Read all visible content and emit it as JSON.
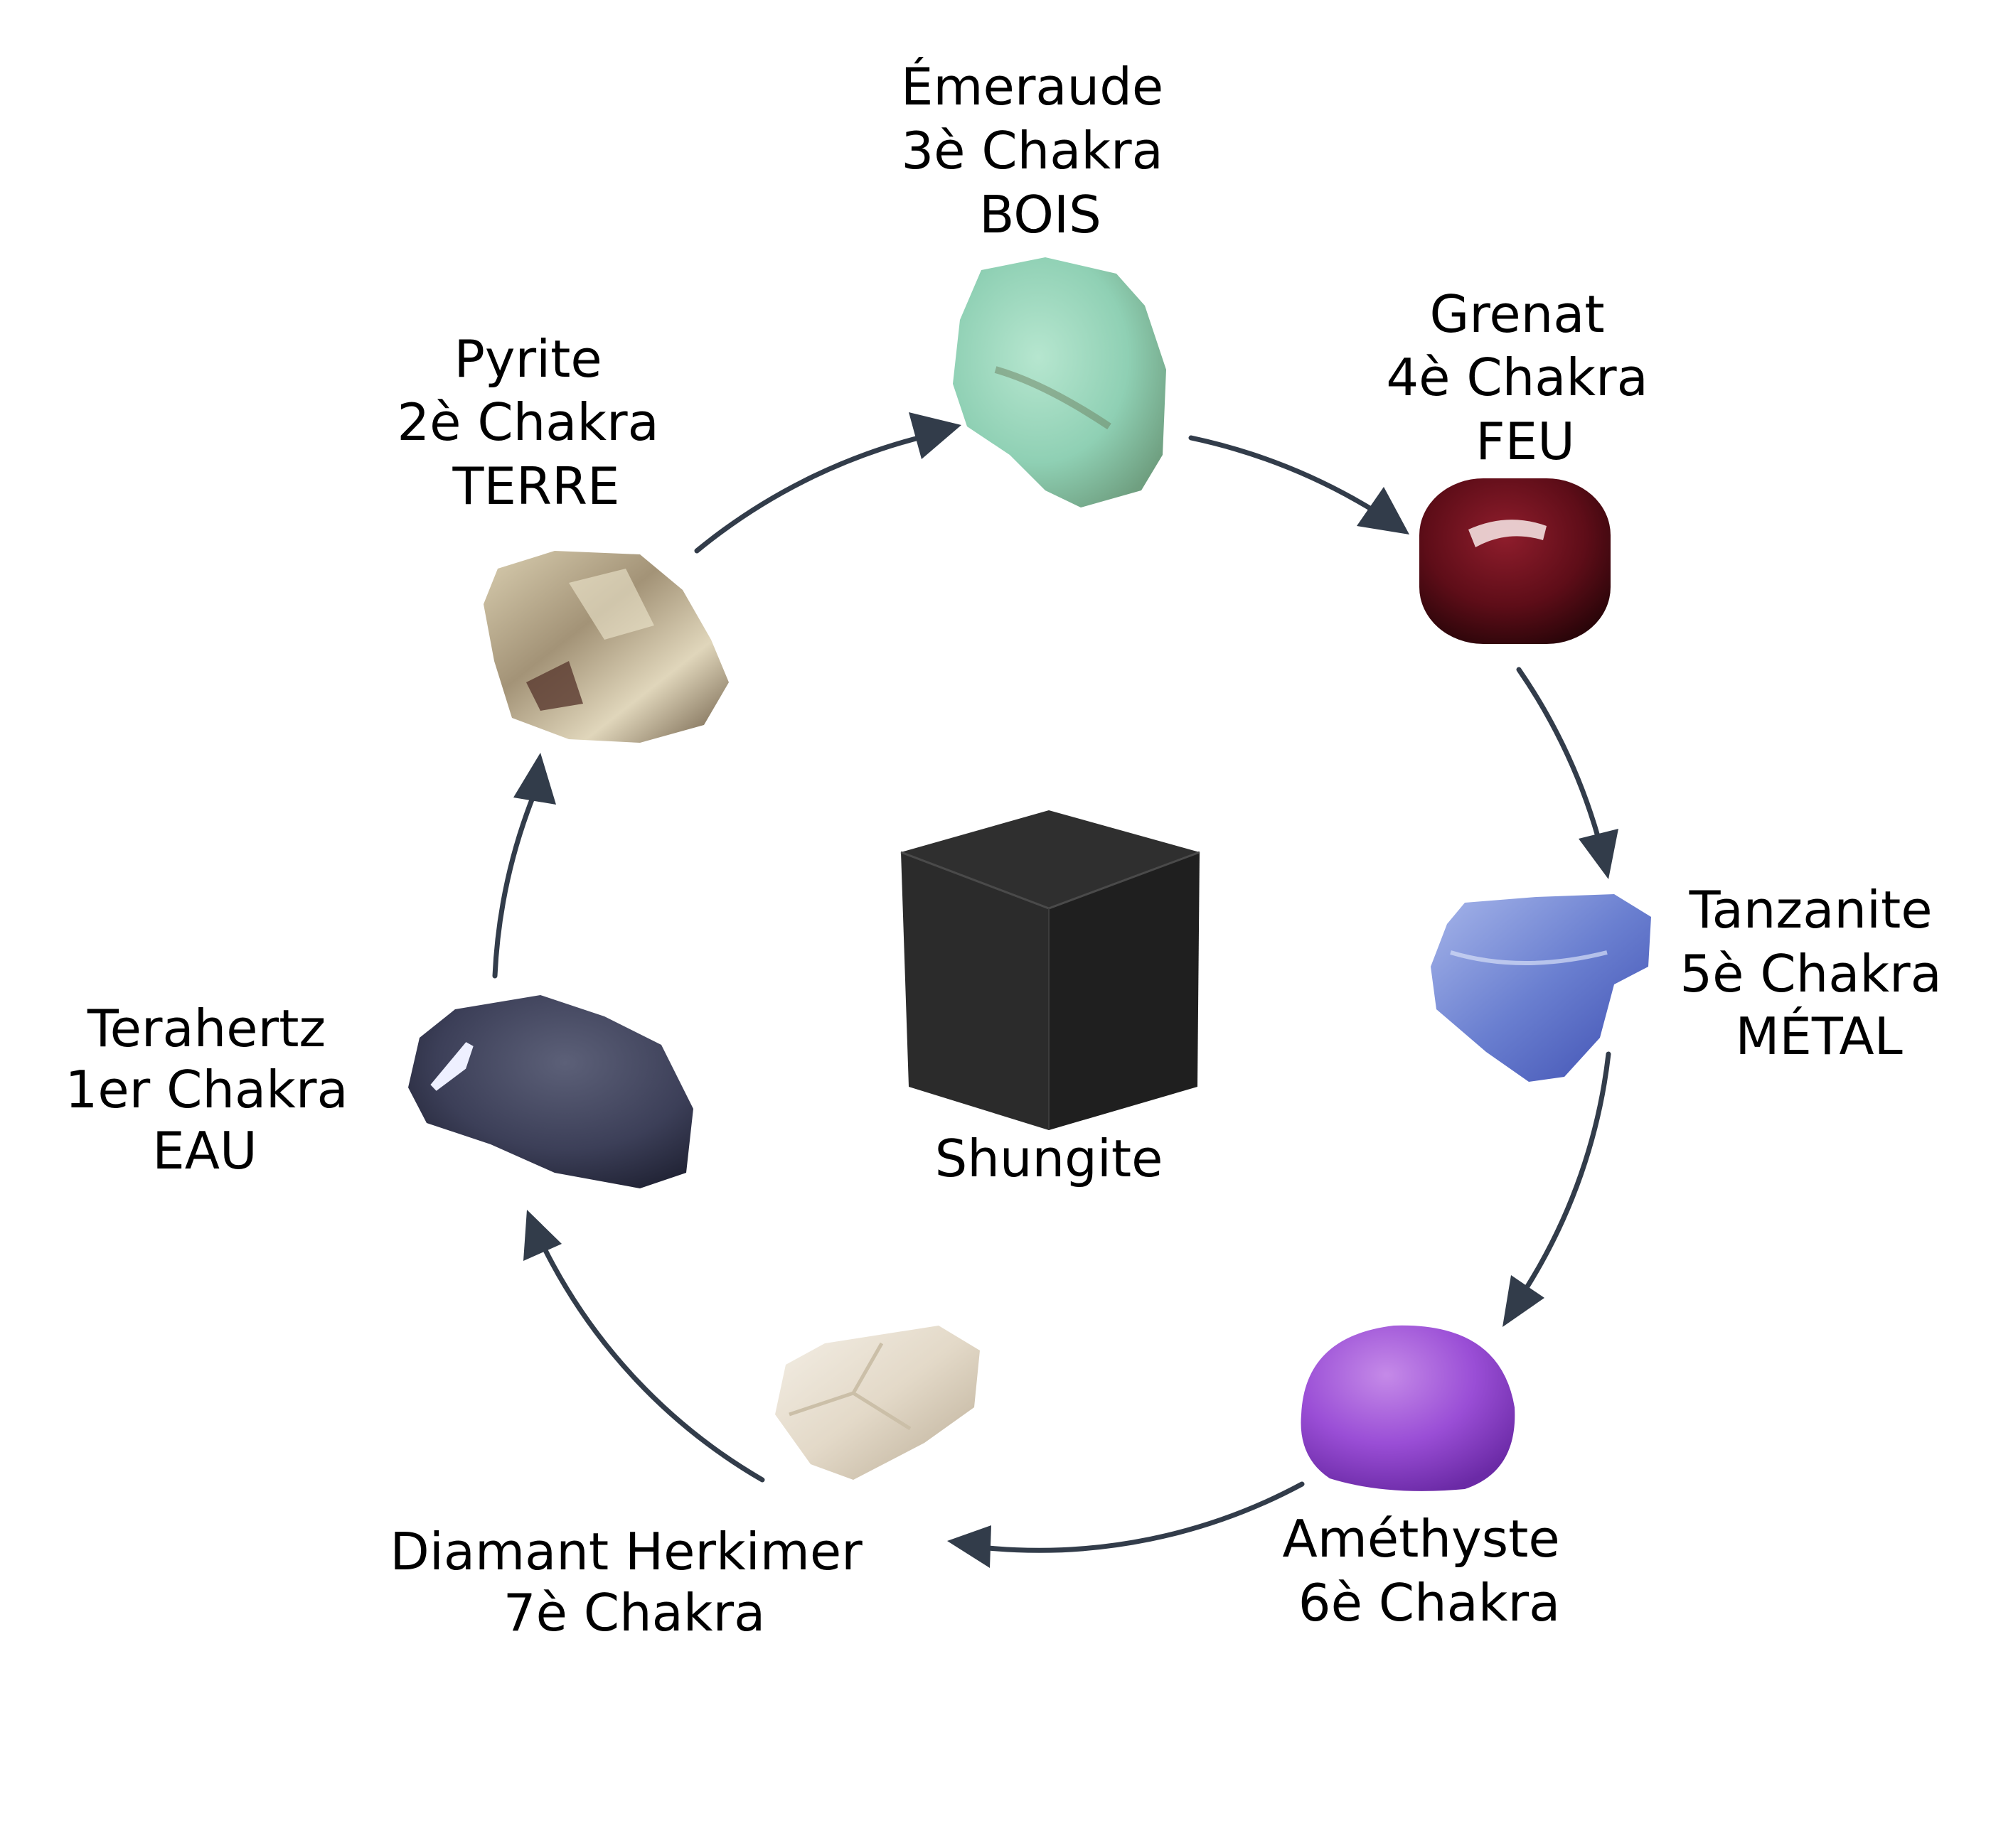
{
  "title": "Cycle des pierres et chakras",
  "center": {
    "name": "Shungite",
    "color": "#2a2a2a"
  },
  "stones": [
    {
      "id": "terahertz",
      "lines": [
        "Terahertz",
        "1er Chakra",
        "EAU"
      ],
      "color": "#3c3f58"
    },
    {
      "id": "pyrite",
      "lines": [
        "Pyrite",
        "2è Chakra",
        "TERRE"
      ],
      "color": "#b7a98a"
    },
    {
      "id": "emeraude",
      "lines": [
        "Émeraude",
        "3è Chakra",
        "BOIS"
      ],
      "color": "#8fd0b4"
    },
    {
      "id": "grenat",
      "lines": [
        "Grenat",
        "4è Chakra",
        "FEU"
      ],
      "color": "#6e0f1c"
    },
    {
      "id": "tanzanite",
      "lines": [
        "Tanzanite",
        "5è Chakra",
        "MÉTAL"
      ],
      "color": "#6a7fd0"
    },
    {
      "id": "amethyste",
      "lines": [
        "Améthyste",
        "6è Chakra"
      ],
      "color": "#9a4ed6"
    },
    {
      "id": "herkimer",
      "lines": [
        "Diamant Herkimer",
        "7è Chakra"
      ],
      "color": "#e6ddd0"
    }
  ],
  "cycle_order": [
    "terahertz",
    "pyrite",
    "emeraude",
    "grenat",
    "tanzanite",
    "amethyste",
    "herkimer",
    "terahertz"
  ],
  "arrow_color": "#323c4a"
}
